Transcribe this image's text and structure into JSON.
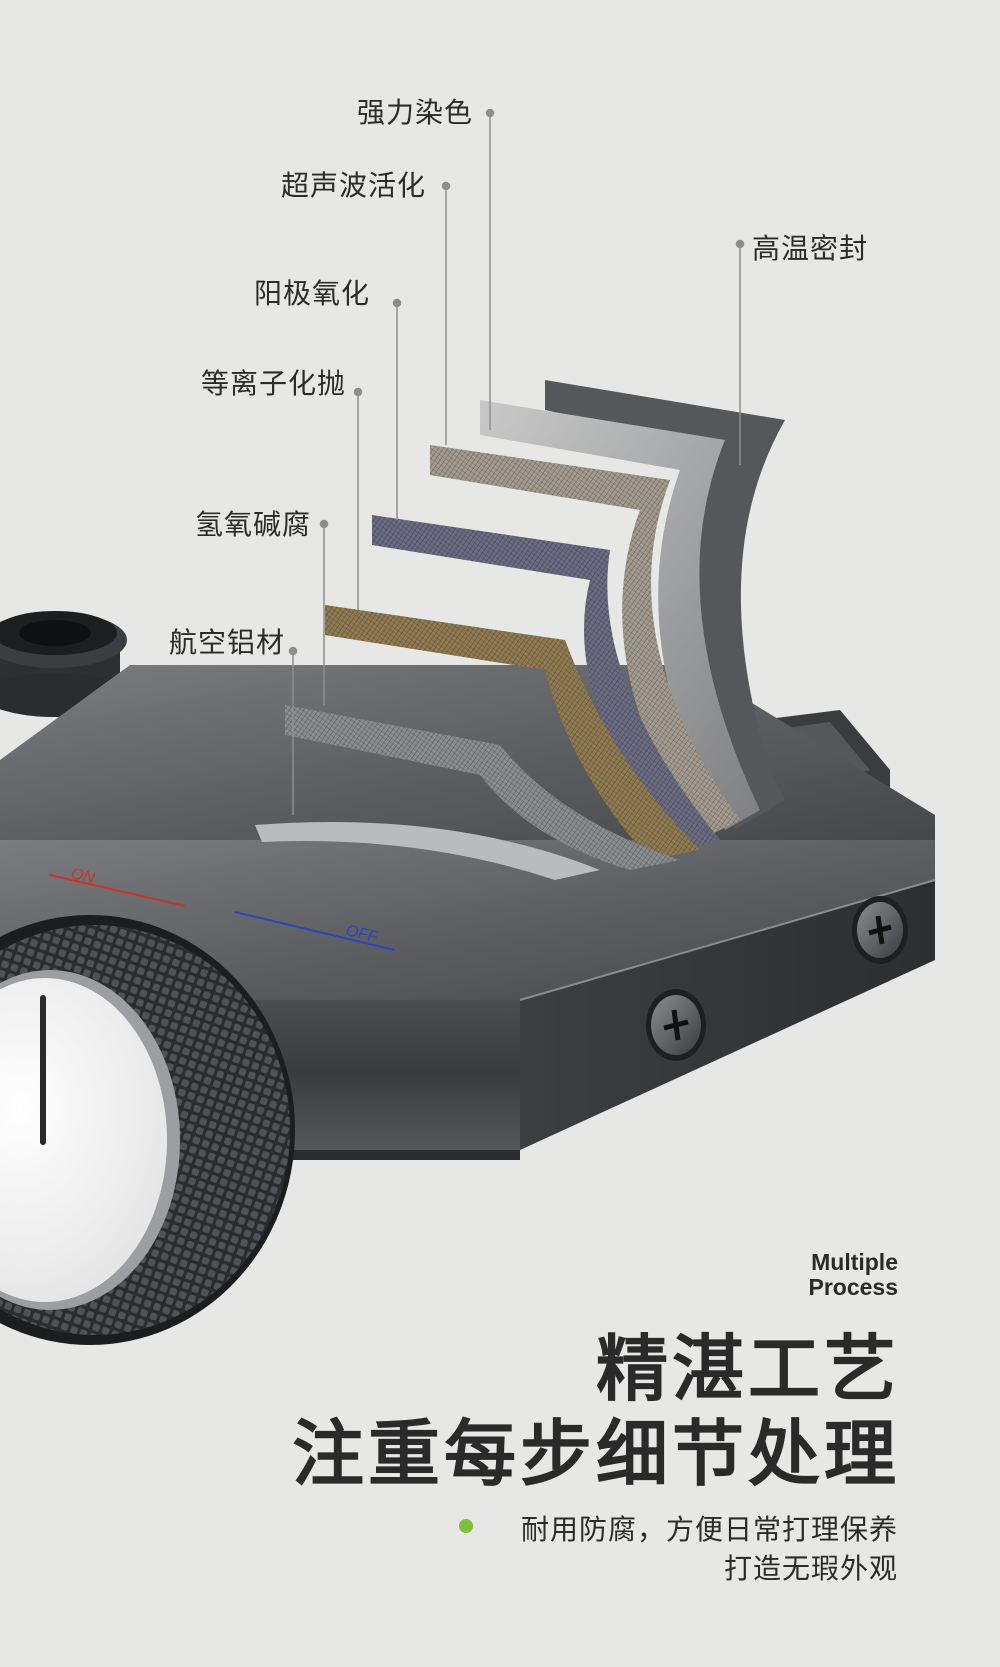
{
  "layers": [
    {
      "id": "dye",
      "label": "强力染色"
    },
    {
      "id": "ultrasonic",
      "label": "超声波活化"
    },
    {
      "id": "anodize",
      "label": "阳极氧化"
    },
    {
      "id": "plasma",
      "label": "等离子化抛"
    },
    {
      "id": "corrosion",
      "label": "氢氧碱腐"
    },
    {
      "id": "aluminum",
      "label": "航空铝材"
    },
    {
      "id": "seal",
      "label": "高温密封"
    }
  ],
  "product": {
    "on_label": "ON",
    "off_label": "OFF"
  },
  "tag_en": {
    "line1": "Multiple",
    "line2": "Process"
  },
  "headline": {
    "line1": "精湛工艺",
    "line2": "注重每步细节处理"
  },
  "subtitle": {
    "line1": "耐用防腐，方便日常打理保养",
    "line2": "打造无瑕外观"
  },
  "colors": {
    "background": "#e7e7e5",
    "accent_dot": "#7bbf3a",
    "on_red": "#c8352b",
    "off_blue": "#2f44b8"
  }
}
